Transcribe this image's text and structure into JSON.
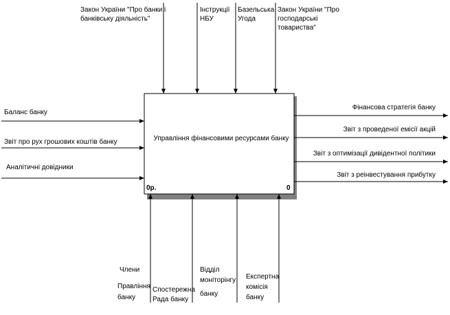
{
  "function_box": {
    "label": "Управління фінансовими ресурсами банку",
    "node": "0р.",
    "number": "0"
  },
  "controls": [
    {
      "lines": [
        "Закон України \"Про банки і",
        "банківську діяльність\""
      ]
    },
    {
      "lines": [
        "Інструкції",
        "НБУ"
      ]
    },
    {
      "lines": [
        "Базельська",
        "Угода"
      ]
    },
    {
      "lines": [
        "Закон України \"Про",
        "господарські",
        "товариства\""
      ]
    }
  ],
  "inputs": [
    {
      "label": "Баланс банку"
    },
    {
      "label": "Звіт про рух грошових коштів банку"
    },
    {
      "label": "Аналітичні довідники"
    }
  ],
  "outputs": [
    {
      "label": "Фінансова стратегія банку"
    },
    {
      "label": "Звіт з проведеної емісії акцій"
    },
    {
      "label": "Звіт з оптимізації дивідентної політики"
    },
    {
      "label": "Звіт з реінвестування прибутку"
    }
  ],
  "mechanisms": [
    {
      "lines": [
        "Члени",
        "Правління",
        "банку"
      ]
    },
    {
      "lines": [
        "Спостережна",
        "Рада банку"
      ]
    },
    {
      "lines": [
        "Відділ",
        "моніторінгу",
        "банку"
      ]
    },
    {
      "lines": [
        "Експертна",
        "комісія",
        "банку"
      ]
    }
  ]
}
